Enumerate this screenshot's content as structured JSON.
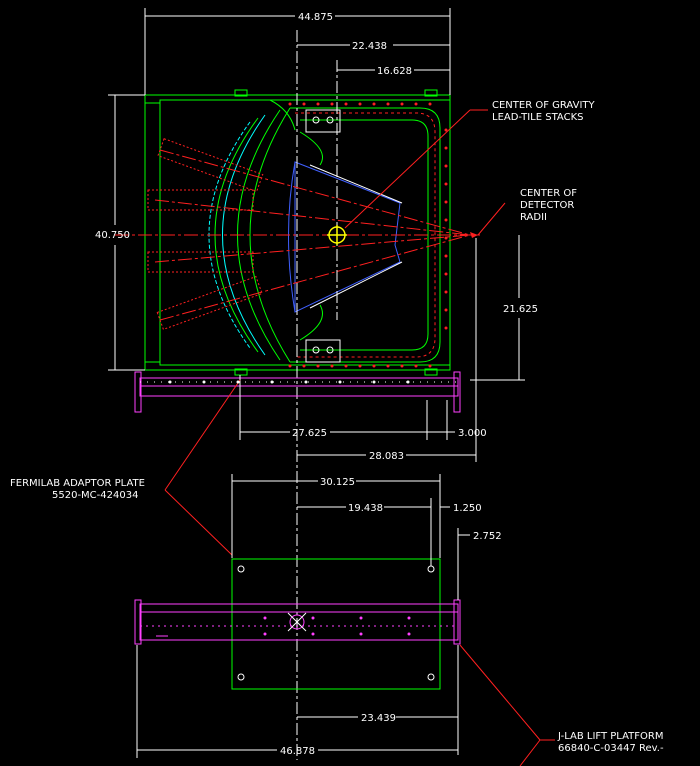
{
  "dimensions": {
    "overall_width": "44.875",
    "half_width": "22.438",
    "cg_offset": "16.628",
    "overall_height": "40.750",
    "detector_height": "21.625",
    "adaptor_span": "27.625",
    "end_offset": "3.000",
    "detector_span": "28.083",
    "plate_width": "30.125",
    "plate_half": "19.438",
    "plate_edge": "1.250",
    "platform_edge": "2.752",
    "platform_half": "23.439",
    "platform_length": "46.878"
  },
  "notes": {
    "cog_line1": "CENTER OF GRAVITY",
    "cog_line2": "LEAD-TILE STACKS",
    "detector_line1": "CENTER OF",
    "detector_line2": "DETECTOR",
    "detector_line3": "RADII",
    "fermilab_line1": "FERMILAB ADAPTOR PLATE",
    "fermilab_line2": "5520-MC-424034",
    "jlab_line1": "J-LAB LIFT PLATFORM",
    "jlab_line2": "66840-C-03447 Rev.-"
  },
  "colors": {
    "frame": "#00ff00",
    "dimension": "#ffffff",
    "leader": "#ff2020",
    "platform": "#ff40ff",
    "tile": "#00ffff",
    "center_mark": "#ffff00"
  }
}
